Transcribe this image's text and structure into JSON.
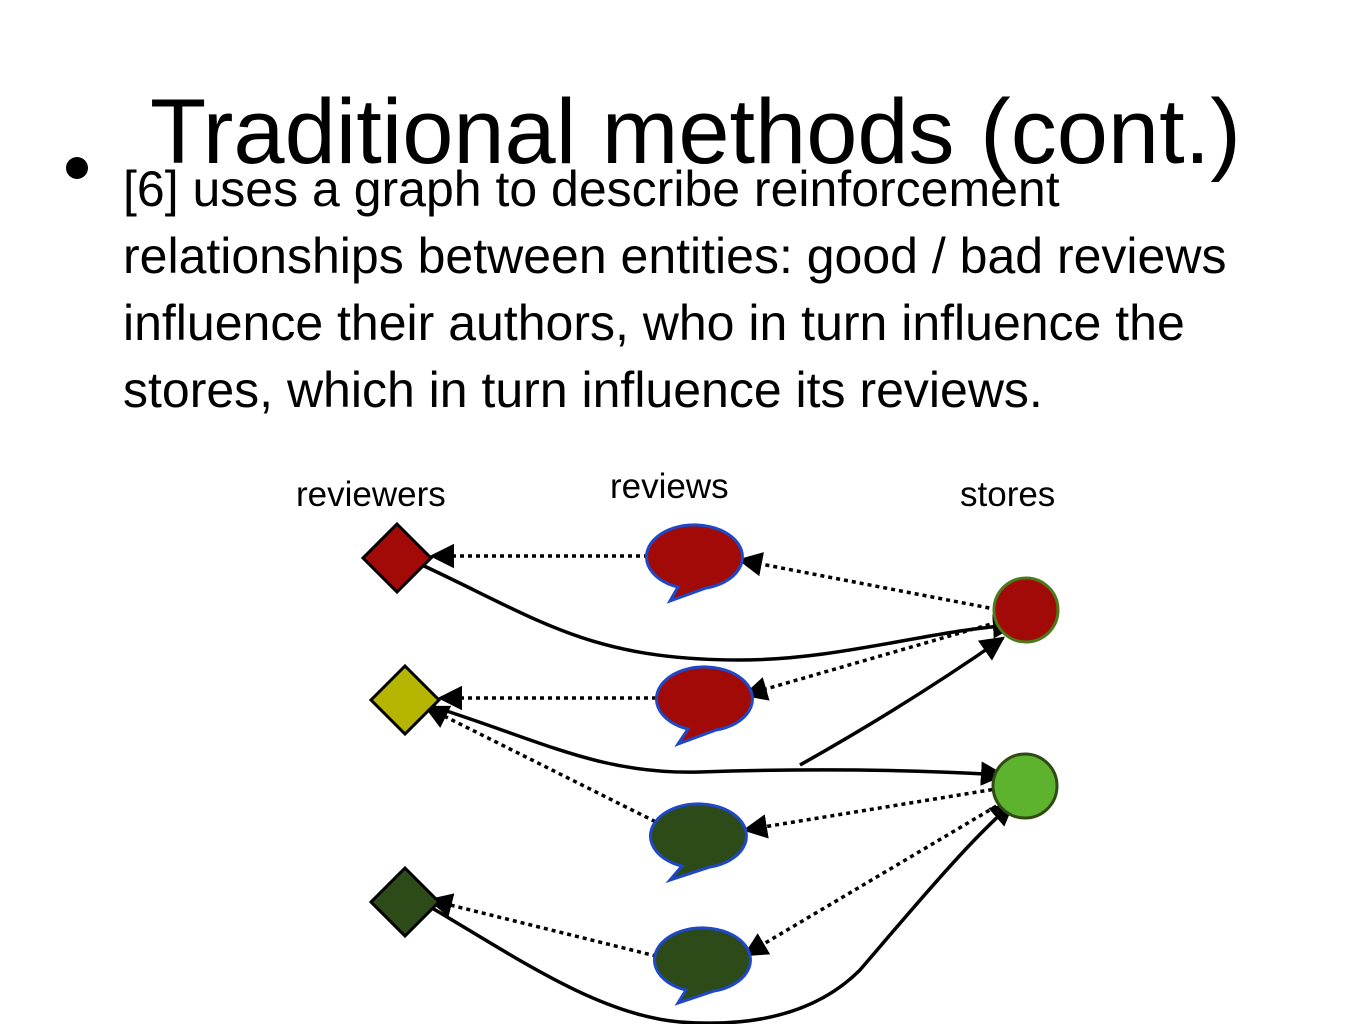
{
  "slide": {
    "title": "Traditional methods (cont.)",
    "bullet": "[6] uses a graph to describe reinforcement relationships between entities: good / bad reviews influence their authors, who in turn influence the stores, which in turn influence its reviews."
  },
  "diagram": {
    "labels": {
      "reviewers": "reviewers",
      "reviews": "reviews",
      "stores": "stores"
    },
    "colors": {
      "bad": "#a20a08",
      "neutral": "#b5b500",
      "good_reviewer": "#2d4a19",
      "good_review": "#2d4a19",
      "good_store": "#5db32d",
      "review_outline": "#1f48c8",
      "store_outline": "#4a7a1a",
      "edge": "#000000"
    },
    "reviewers": [
      {
        "id": "reviewer-1",
        "sentiment": "bad"
      },
      {
        "id": "reviewer-2",
        "sentiment": "neutral"
      },
      {
        "id": "reviewer-3",
        "sentiment": "good"
      }
    ],
    "reviews": [
      {
        "id": "review-1",
        "sentiment": "bad"
      },
      {
        "id": "review-2",
        "sentiment": "bad"
      },
      {
        "id": "review-3",
        "sentiment": "good"
      },
      {
        "id": "review-4",
        "sentiment": "good"
      }
    ],
    "stores": [
      {
        "id": "store-1",
        "sentiment": "bad"
      },
      {
        "id": "store-2",
        "sentiment": "good"
      }
    ],
    "edges": [
      {
        "from": "review-1",
        "to": "reviewer-1",
        "style": "dotted"
      },
      {
        "from": "review-2",
        "to": "reviewer-2",
        "style": "dotted"
      },
      {
        "from": "review-3",
        "to": "reviewer-2",
        "style": "dotted"
      },
      {
        "from": "review-4",
        "to": "reviewer-3",
        "style": "dotted"
      },
      {
        "from": "store-1",
        "to": "review-1",
        "style": "dotted"
      },
      {
        "from": "store-1",
        "to": "review-2",
        "style": "dotted"
      },
      {
        "from": "store-2",
        "to": "review-3",
        "style": "dotted"
      },
      {
        "from": "store-2",
        "to": "review-4",
        "style": "dotted"
      },
      {
        "from": "reviewer-1",
        "to": "store-1",
        "style": "solid"
      },
      {
        "from": "reviewer-2",
        "to": "store-2",
        "style": "solid"
      },
      {
        "from": "reviewer-2",
        "to": "store-1",
        "style": "solid"
      },
      {
        "from": "reviewer-3",
        "to": "store-2",
        "style": "solid"
      }
    ]
  }
}
